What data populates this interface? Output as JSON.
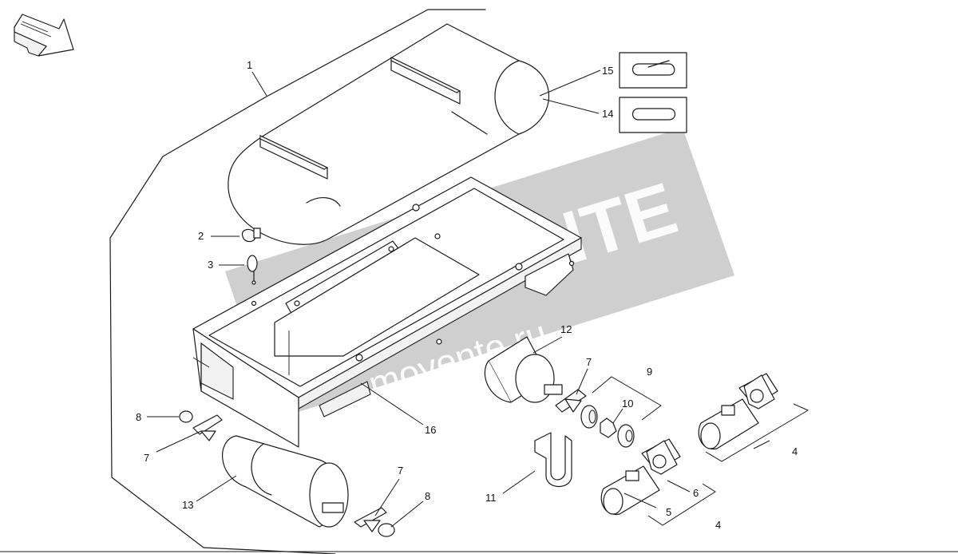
{
  "diagram": {
    "callouts": [
      "1",
      "2",
      "3",
      "4",
      "4",
      "5",
      "6",
      "7",
      "7",
      "7",
      "8",
      "8",
      "9",
      "10",
      "11",
      "12",
      "13",
      "14",
      "15",
      "16"
    ],
    "orientation_arrow": {
      "text": ""
    }
  },
  "watermark": {
    "brand": "VENTE",
    "brand_prefix": "MO",
    "url": "movente.ru",
    "band_color": "#bdbdbd",
    "logo_blue": "#4a7fc1"
  }
}
